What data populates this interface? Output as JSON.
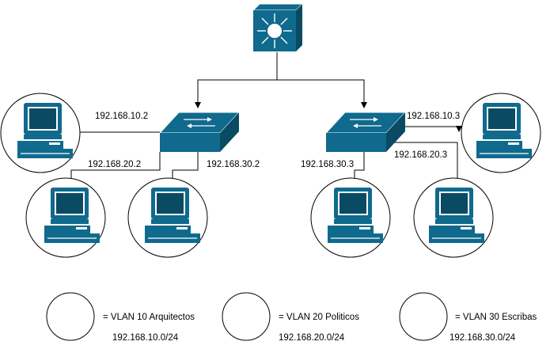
{
  "colors": {
    "device_fill": "#0f6a8d",
    "device_dark": "#0a4a63",
    "device_light": "#ffffff",
    "wire": "#000000"
  },
  "icons": {
    "core": "layer3-switch-icon",
    "access": "switch-icon",
    "host": "workstation-icon"
  },
  "links": {
    "left_pc_top": "192.168.10.2",
    "left_pc_bottom_left": "192.168.20.2",
    "left_pc_bottom_right": "192.168.30.2",
    "right_pc_top": "192.168.10.3",
    "right_pc_bottom_left": "192.168.30.3",
    "right_pc_bottom_right": "192.168.20.3"
  },
  "legend": [
    {
      "label": "= VLAN 10 Arquitectos",
      "subnet": "192.168.10.0/24"
    },
    {
      "label": "= VLAN 20 Politicos",
      "subnet": "192.168.20.0/24"
    },
    {
      "label": "= VLAN 30 Escribas",
      "subnet": "192.168.30.0/24"
    }
  ]
}
